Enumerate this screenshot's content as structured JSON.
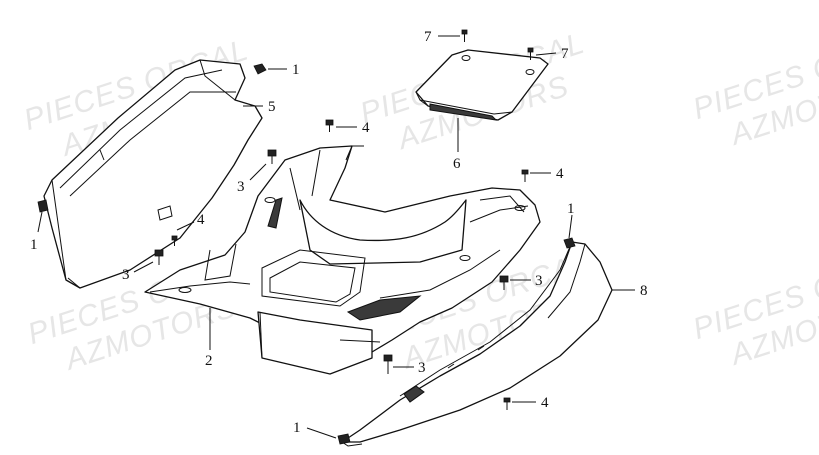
{
  "watermark": {
    "line1": "PIECES ORCAL",
    "line2": "AZMOTORS",
    "instances": [
      {
        "line1": "PIECES ORCAL",
        "line2": "AZMOTORS"
      },
      {
        "line1": "PIECES ORCAL",
        "line2": "AZMOTORS"
      },
      {
        "line1": "PIECES OR",
        "line2": "AZMOT"
      },
      {
        "line1": "PIECES ORCAL",
        "line2": "AZMOTORS"
      },
      {
        "line1": "PIECES ORCAL",
        "line2": "AZMOTORS"
      },
      {
        "line1": "PIECES OR",
        "line2": "AZMOT"
      }
    ],
    "color": "#e6e6e6"
  },
  "callouts": [
    {
      "id": "c1a",
      "label": "1"
    },
    {
      "id": "c5",
      "label": "5"
    },
    {
      "id": "c3a",
      "label": "3"
    },
    {
      "id": "c1b",
      "label": "1"
    },
    {
      "id": "c4a",
      "label": "4"
    },
    {
      "id": "c3b",
      "label": "3"
    },
    {
      "id": "c2",
      "label": "2"
    },
    {
      "id": "c7a",
      "label": "7"
    },
    {
      "id": "c7b",
      "label": "7"
    },
    {
      "id": "c4b",
      "label": "4"
    },
    {
      "id": "c6",
      "label": "6"
    },
    {
      "id": "c4c",
      "label": "4"
    },
    {
      "id": "c1c",
      "label": "1"
    },
    {
      "id": "c8",
      "label": "8"
    },
    {
      "id": "c3c",
      "label": "3"
    },
    {
      "id": "c3d",
      "label": "3"
    },
    {
      "id": "c4d",
      "label": "4"
    },
    {
      "id": "c1d",
      "label": "1"
    }
  ],
  "colors": {
    "line": "#111111",
    "background": "#ffffff",
    "watermark": "#e6e6e6"
  }
}
